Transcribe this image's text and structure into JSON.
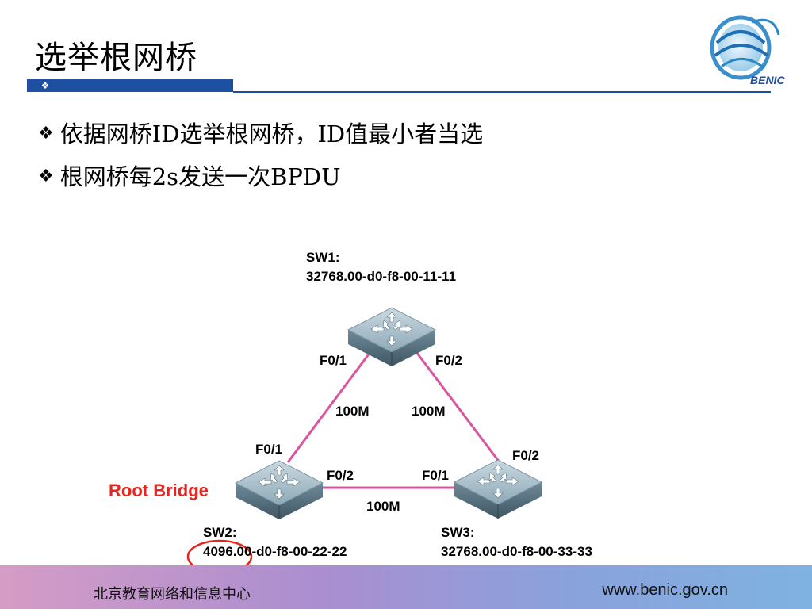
{
  "slide": {
    "title": "选举根网桥",
    "bullets": [
      "依据网桥ID选举根网桥，ID值最小者当选",
      "根网桥每2s发送一次BPDU"
    ]
  },
  "logo": {
    "text": "BENIC"
  },
  "diagram": {
    "switches": [
      {
        "name": "SW1:",
        "bridge_id": "32768.00-d0-f8-00-11-11"
      },
      {
        "name": "SW2:",
        "bridge_id": "4096.00-d0-f8-00-22-22"
      },
      {
        "name": "SW3:",
        "bridge_id": "32768.00-d0-f8-00-33-33"
      }
    ],
    "ports": {
      "sw1_f01": "F0/1",
      "sw1_f02": "F0/2",
      "sw2_f01": "F0/1",
      "sw2_f02": "F0/2",
      "sw3_f01": "F0/1",
      "sw3_f02": "F0/2"
    },
    "links": [
      {
        "speed": "100M"
      },
      {
        "speed": "100M"
      },
      {
        "speed": "100M"
      }
    ],
    "root_bridge_label": "Root Bridge",
    "colors": {
      "link": "#d9559e",
      "root_label": "#e8241d",
      "highlight_circle": "#e8241d"
    }
  },
  "footer": {
    "left_text": "北京教育网络和信息中心",
    "right_text": "www.benic.gov.cn"
  }
}
